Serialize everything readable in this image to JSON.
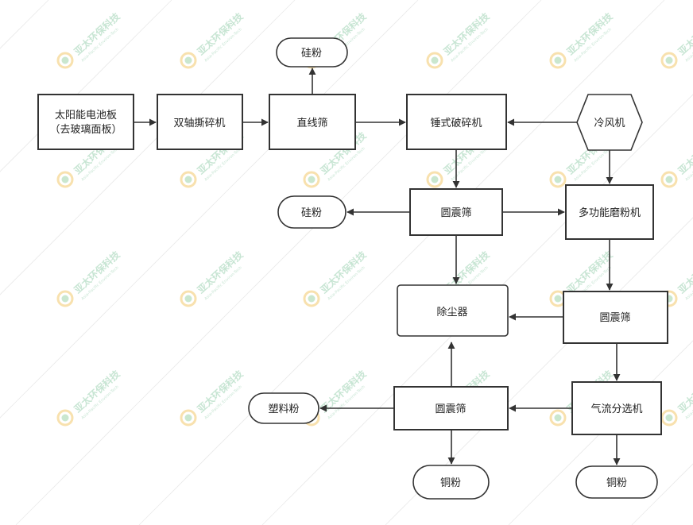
{
  "nodes": {
    "solar_panel": "太阳能电池板",
    "solar_panel_note": "（去玻璃面板）",
    "shredder": "双轴撕碎机",
    "linear_screen": "直线筛",
    "silicon_powder_top": "硅粉",
    "hammer_crusher": "锤式破碎机",
    "cold_air": "冷风机",
    "round_screen_1": "圆震筛",
    "silicon_powder_mid": "硅粉",
    "multi_mill": "多功能磨粉机",
    "dust_collector": "除尘器",
    "round_screen_2": "圆震筛",
    "air_separator": "气流分选机",
    "round_screen_3": "圆震筛",
    "plastic_powder": "塑料粉",
    "copper_powder_1": "铜粉",
    "copper_powder_2": "铜粉"
  },
  "watermark": {
    "text": "亚太环保科技",
    "subtext": "Asia-Pacific Environ-Tech"
  },
  "colors": {
    "stroke": "#333333",
    "watermark_text": "#9ad0b0",
    "watermark_logo": "#f2c96b"
  }
}
